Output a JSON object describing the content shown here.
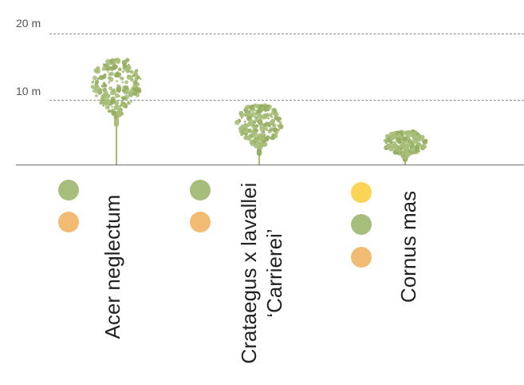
{
  "scale": {
    "marks": [
      {
        "label": "20 m",
        "value": 20
      },
      {
        "label": "10 m",
        "value": 10
      }
    ]
  },
  "colors": {
    "foliage": "#a9bf79",
    "foliage_dark": "#95ad62",
    "green_dot": "#a7bd7b",
    "orange_dot": "#f2bb74",
    "yellow_dot": "#fbd456",
    "trunk": "#a9bf79"
  },
  "species": [
    {
      "name": "Acer neglectum",
      "height_m": 16,
      "dots": [
        "green",
        "orange"
      ]
    },
    {
      "name": "Crataegus x lavallei\n‘Carrierei’",
      "height_m": 9,
      "dots": [
        "green",
        "orange"
      ]
    },
    {
      "name": "Cornus mas",
      "height_m": 5,
      "dots": [
        "yellow",
        "green",
        "orange"
      ]
    }
  ]
}
